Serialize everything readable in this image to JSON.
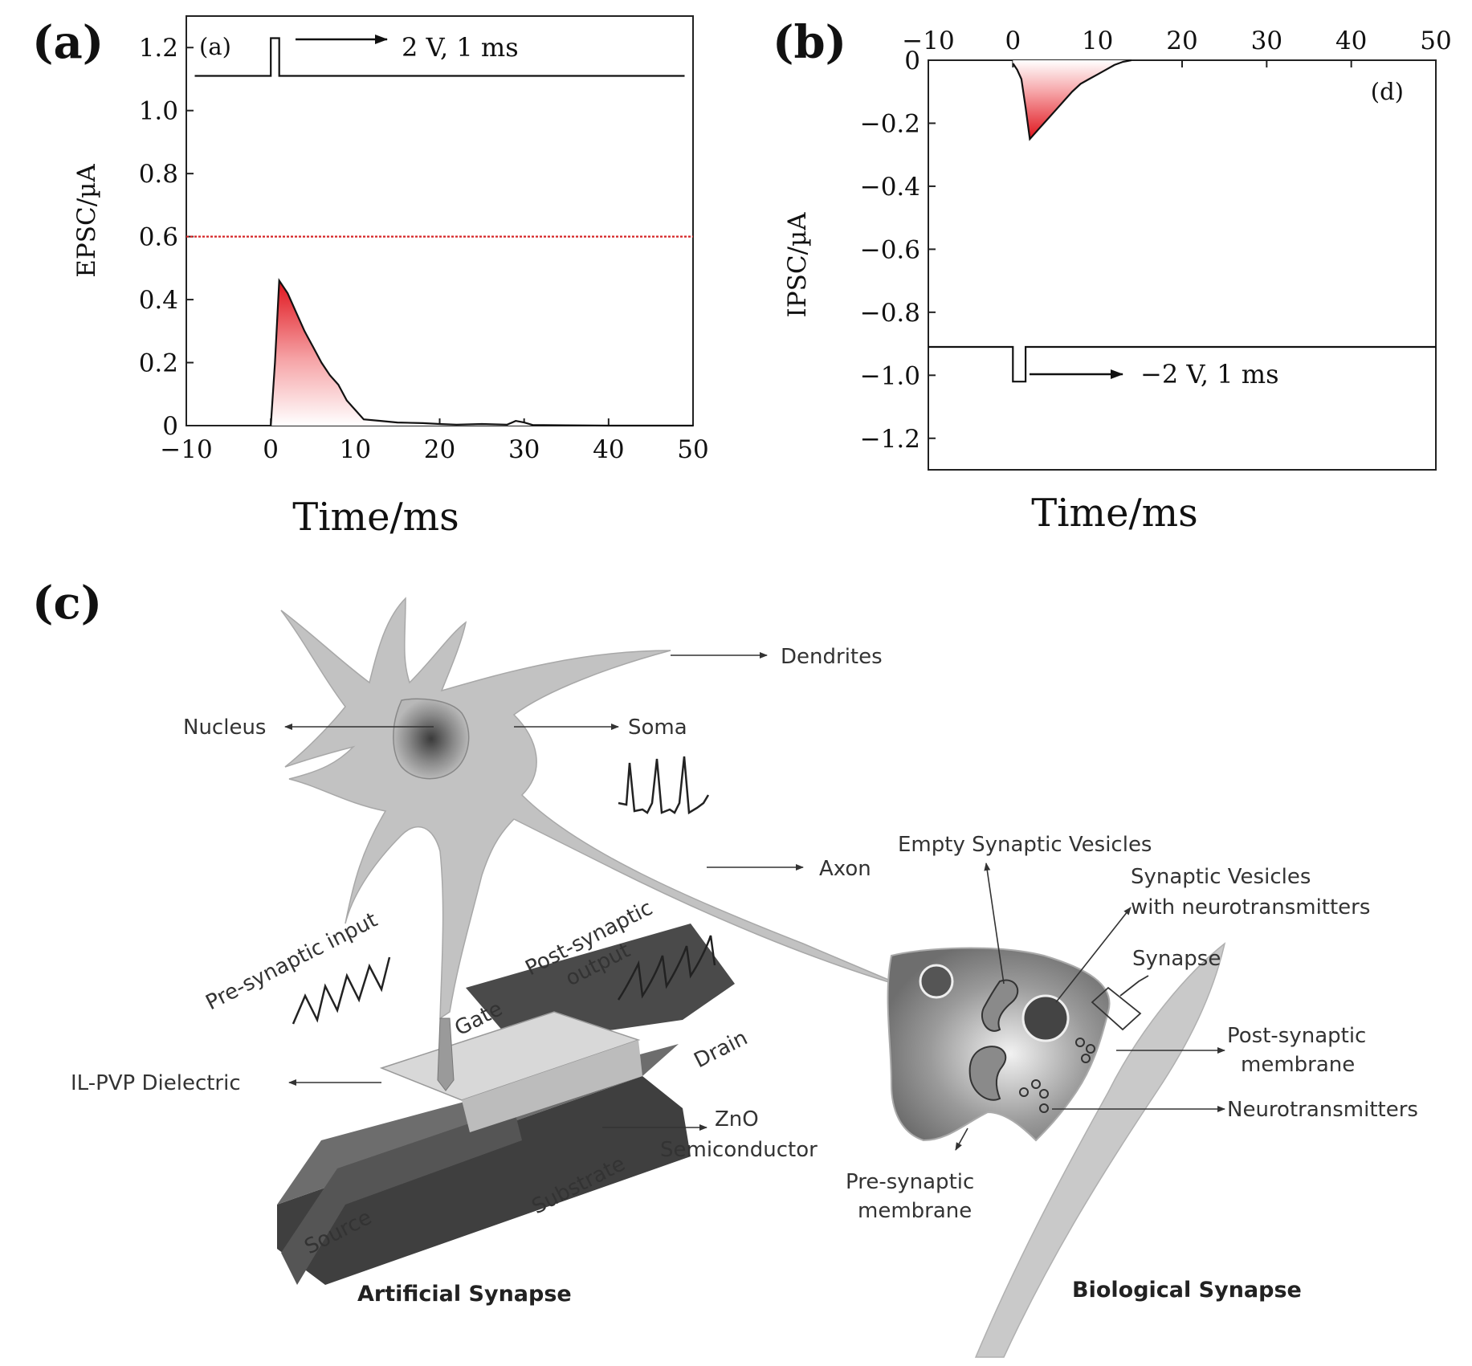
{
  "panel_labels": {
    "a": "(a)",
    "b": "(b)",
    "c": "(c)"
  },
  "chart_data": [
    {
      "type": "line",
      "panel": "(a)",
      "inner_tag": "(a)",
      "xlabel": "Time/ms",
      "ylabel": "EPSC/µA",
      "xlim": [
        -10,
        50
      ],
      "ylim": [
        0,
        1.3
      ],
      "x_ticks": [
        -10,
        0,
        10,
        20,
        30,
        40,
        50
      ],
      "x_tick_labels": [
        "−10",
        "0",
        "10",
        "20",
        "30",
        "40",
        "50"
      ],
      "y_ticks": [
        0,
        0.2,
        0.4,
        0.6,
        0.8,
        1.0,
        1.2
      ],
      "y_tick_labels": [
        "0",
        "0.2",
        "0.4",
        "0.6",
        "0.8",
        "1.0",
        "1.2"
      ],
      "threshold": {
        "y": 0.6,
        "color": "#d62728",
        "style": "dotted"
      },
      "pulse_annotation": "2 V, 1 ms",
      "pulse_trace": {
        "x": [
          -9,
          0,
          0,
          1,
          1,
          49
        ],
        "y": [
          1.11,
          1.11,
          1.23,
          1.23,
          1.11,
          1.11
        ]
      },
      "series": [
        {
          "x": [
            0,
            0.5,
            1,
            2,
            3,
            4,
            5,
            6,
            7,
            8,
            9,
            10,
            11,
            13,
            15,
            18,
            20,
            22,
            25,
            28,
            29,
            30,
            31,
            35,
            40,
            45,
            50
          ],
          "y": [
            0,
            0.2,
            0.46,
            0.42,
            0.36,
            0.3,
            0.25,
            0.2,
            0.16,
            0.13,
            0.08,
            0.05,
            0.02,
            0.015,
            0.01,
            0.008,
            0.005,
            0.003,
            0.005,
            0.003,
            0.015,
            0.01,
            0.002,
            0.001,
            0.0,
            0.0,
            0.0
          ],
          "fill": "red-gradient"
        }
      ],
      "grid": false
    },
    {
      "type": "line",
      "panel": "(b)",
      "inner_tag": "(d)",
      "xlabel": "Time/ms",
      "ylabel": "IPSC/µA",
      "xlim": [
        -10,
        50
      ],
      "ylim": [
        -1.3,
        0
      ],
      "x_axis_position": "top",
      "x_ticks": [
        -10,
        0,
        10,
        20,
        30,
        40,
        50
      ],
      "x_tick_labels": [
        "−10",
        "0",
        "10",
        "20",
        "30",
        "40",
        "50"
      ],
      "y_ticks": [
        0,
        -0.2,
        -0.4,
        -0.6,
        -0.8,
        -1.0,
        -1.2
      ],
      "y_tick_labels": [
        "0",
        "−0.2",
        "−0.4",
        "−0.6",
        "−0.8",
        "−1.0",
        "−1.2"
      ],
      "pulse_annotation": "−2 V, 1 ms",
      "pulse_trace": {
        "x": [
          -10,
          0,
          0,
          1.5,
          1.5,
          50
        ],
        "y": [
          -0.91,
          -0.91,
          -1.02,
          -1.02,
          -0.91,
          -0.91
        ]
      },
      "series": [
        {
          "x": [
            0,
            0.5,
            1,
            1.5,
            2,
            3,
            4,
            5,
            6,
            7,
            8,
            9,
            10,
            11,
            12,
            13,
            14
          ],
          "y": [
            -0.01,
            -0.03,
            -0.06,
            -0.15,
            -0.25,
            -0.22,
            -0.19,
            -0.16,
            -0.13,
            -0.1,
            -0.075,
            -0.06,
            -0.045,
            -0.03,
            -0.015,
            -0.005,
            0.0
          ],
          "fill": "red-gradient"
        }
      ],
      "grid": false
    }
  ],
  "diagram": {
    "neuron_labels": {
      "dendrites": "Dendrites",
      "nucleus": "Nucleus",
      "soma": "Soma",
      "axon": "Axon",
      "empty_vesicles": "Empty Synaptic Vesicles",
      "vesicles_nt_1": "Synaptic Vesicles",
      "vesicles_nt_2": "with neurotransmitters",
      "synapse": "Synapse",
      "post_membrane_1": "Post-synaptic",
      "post_membrane_2": "membrane",
      "neurotransmitters": "Neurotransmitters",
      "pre_membrane_1": "Pre-synaptic",
      "pre_membrane_2": "membrane"
    },
    "device_labels": {
      "pre_input": "Pre-synaptic input",
      "post_output_1": "Post-synaptic",
      "post_output_2": "output",
      "gate": "Gate",
      "drain": "Drain",
      "dielectric": "IL-PVP Dielectric",
      "zno_1": "ZnO",
      "zno_2": "Semiconductor",
      "substrate": "Substrate",
      "source": "Source"
    },
    "captions": {
      "artificial": "Artificial Synapse",
      "biological": "Biological Synapse"
    }
  }
}
